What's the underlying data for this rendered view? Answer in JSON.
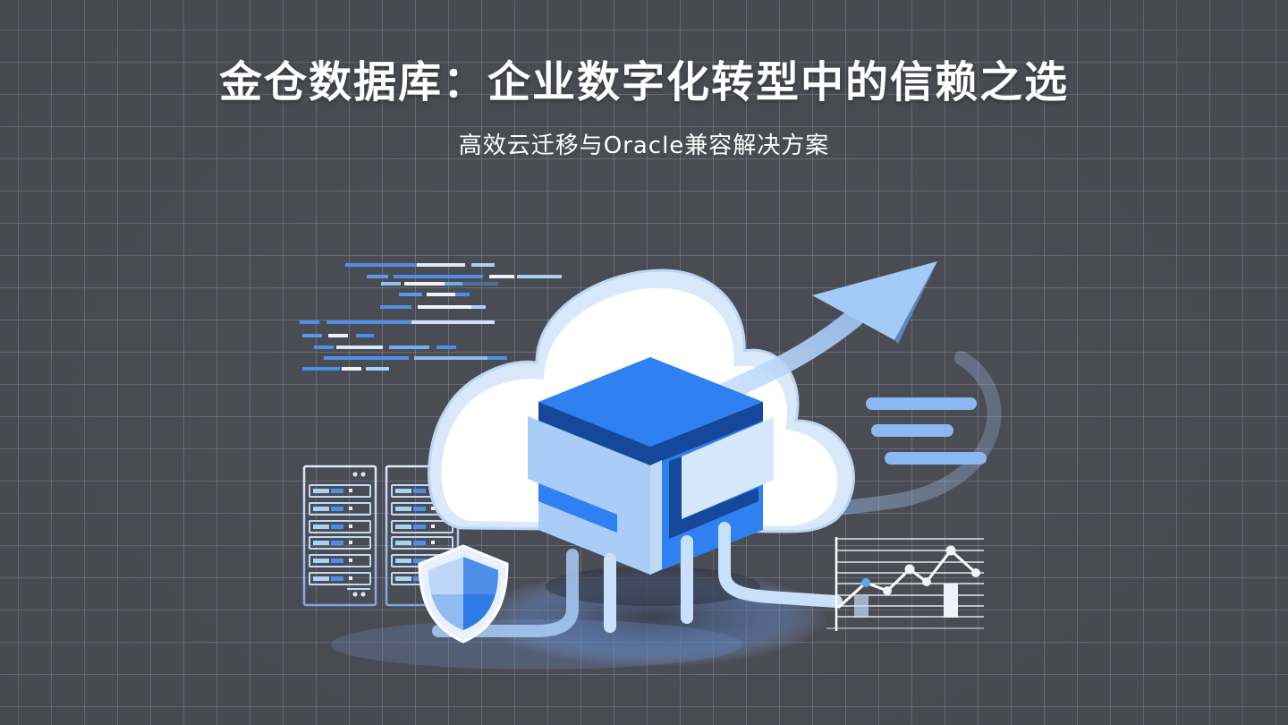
{
  "slide": {
    "title": "金仓数据库：企业数字化转型中的信赖之选",
    "subtitle": "高效云迁移与Oracle兼容解决方案"
  },
  "colors": {
    "background": "#4a4c54",
    "grid_line": "#8e9098",
    "primary_blue": "#2f80f0",
    "dark_blue": "#1a4f9e",
    "light_blue": "#a9cdf7",
    "pale_blue": "#d6e8fc",
    "cloud_white": "#ffffff",
    "title_text": "#ffffff"
  },
  "illustration": {
    "elements": [
      "code-lines",
      "cloud",
      "database-cube",
      "growth-arrow",
      "text-lines",
      "server-racks",
      "security-shield",
      "line-chart",
      "orbit-ring",
      "cables"
    ]
  }
}
